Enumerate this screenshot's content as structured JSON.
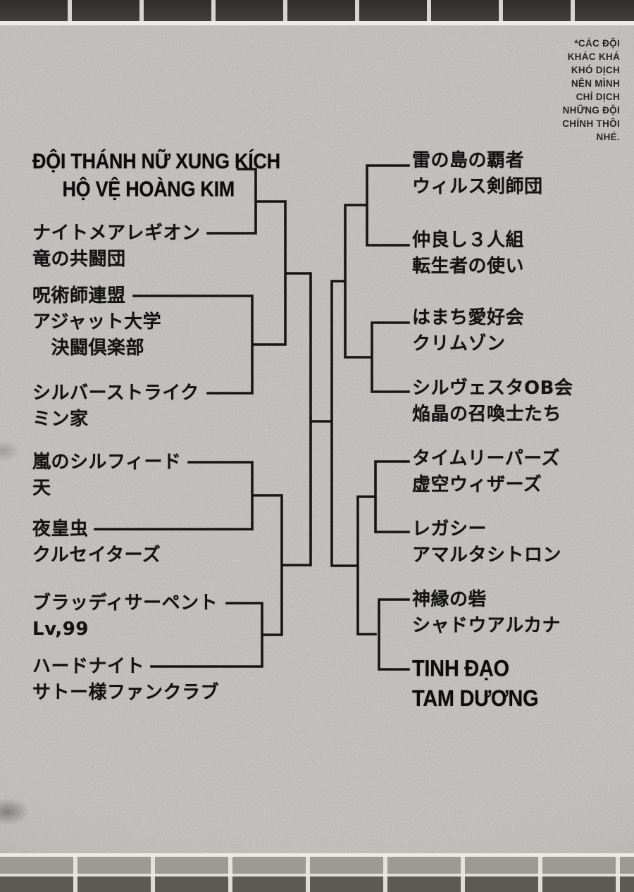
{
  "page": {
    "translator_note": "*CÁC ĐỘI\nKHÁC KHÁ\nKHÓ DỊCH\nNÊN MÌNH\nCHỈ DỊCH\nNHỮNG ĐỘI\nCHÍNH THÔI\nNHÉ."
  },
  "colors": {
    "ink": "#1b1b1b",
    "paper": "#e8e6e1",
    "brick_dark": "#2f2d2b",
    "brick_light": "#9d9a95"
  },
  "bracket": {
    "left_teams": [
      {
        "lines": [
          "ĐỘI THÁNH NỮ XUNG KÍCH",
          "HỘ VỆ HOÀNG KIM"
        ],
        "bold": true
      },
      {
        "lines": [
          "ナイトメアレギオン",
          "竜の共闘団"
        ],
        "bold": false
      },
      {
        "lines": [
          "呪術師連盟",
          "アジャット大学",
          "　決闘倶楽部"
        ],
        "bold": false
      },
      {
        "lines": [
          "シルバーストライク",
          "ミン家"
        ],
        "bold": false
      },
      {
        "lines": [
          "嵐のシルフィード",
          "天"
        ],
        "bold": false
      },
      {
        "lines": [
          "夜皇虫",
          "クルセイターズ"
        ],
        "bold": false
      },
      {
        "lines": [
          "ブラッディサーペント",
          "Lv,99"
        ],
        "bold": false
      },
      {
        "lines": [
          "ハードナイト",
          "サトー様ファンクラブ"
        ],
        "bold": false
      }
    ],
    "right_teams": [
      {
        "lines": [
          "雷の島の覇者",
          "ウィルス剣師団"
        ],
        "bold": false
      },
      {
        "lines": [
          "仲良し３人組",
          "転生者の使い"
        ],
        "bold": false
      },
      {
        "lines": [
          "はまち愛好会",
          "クリムゾン"
        ],
        "bold": false
      },
      {
        "lines": [
          "シルヴェスタOB会",
          "焔晶の召喚士たち"
        ],
        "bold": false
      },
      {
        "lines": [
          "タイムリーパーズ",
          "虚空ウィザーズ"
        ],
        "bold": false
      },
      {
        "lines": [
          "レガシー",
          "アマルタシトロン"
        ],
        "bold": false
      },
      {
        "lines": [
          "神縁の砦",
          "シャドウアルカナ"
        ],
        "bold": false
      },
      {
        "lines": [
          "TINH ĐẠO",
          "TAM DƯƠNG"
        ],
        "bold": true
      }
    ]
  }
}
